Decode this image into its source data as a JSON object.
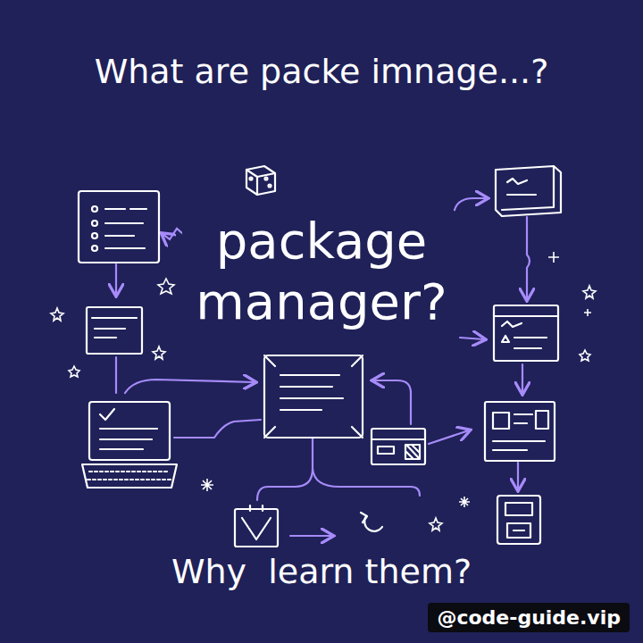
{
  "diagram": {
    "title": "What are packe imnage...?",
    "caption": "Why  learn them?",
    "labels": [
      "package manager?",
      "@code-guide.vip"
    ]
  }
}
